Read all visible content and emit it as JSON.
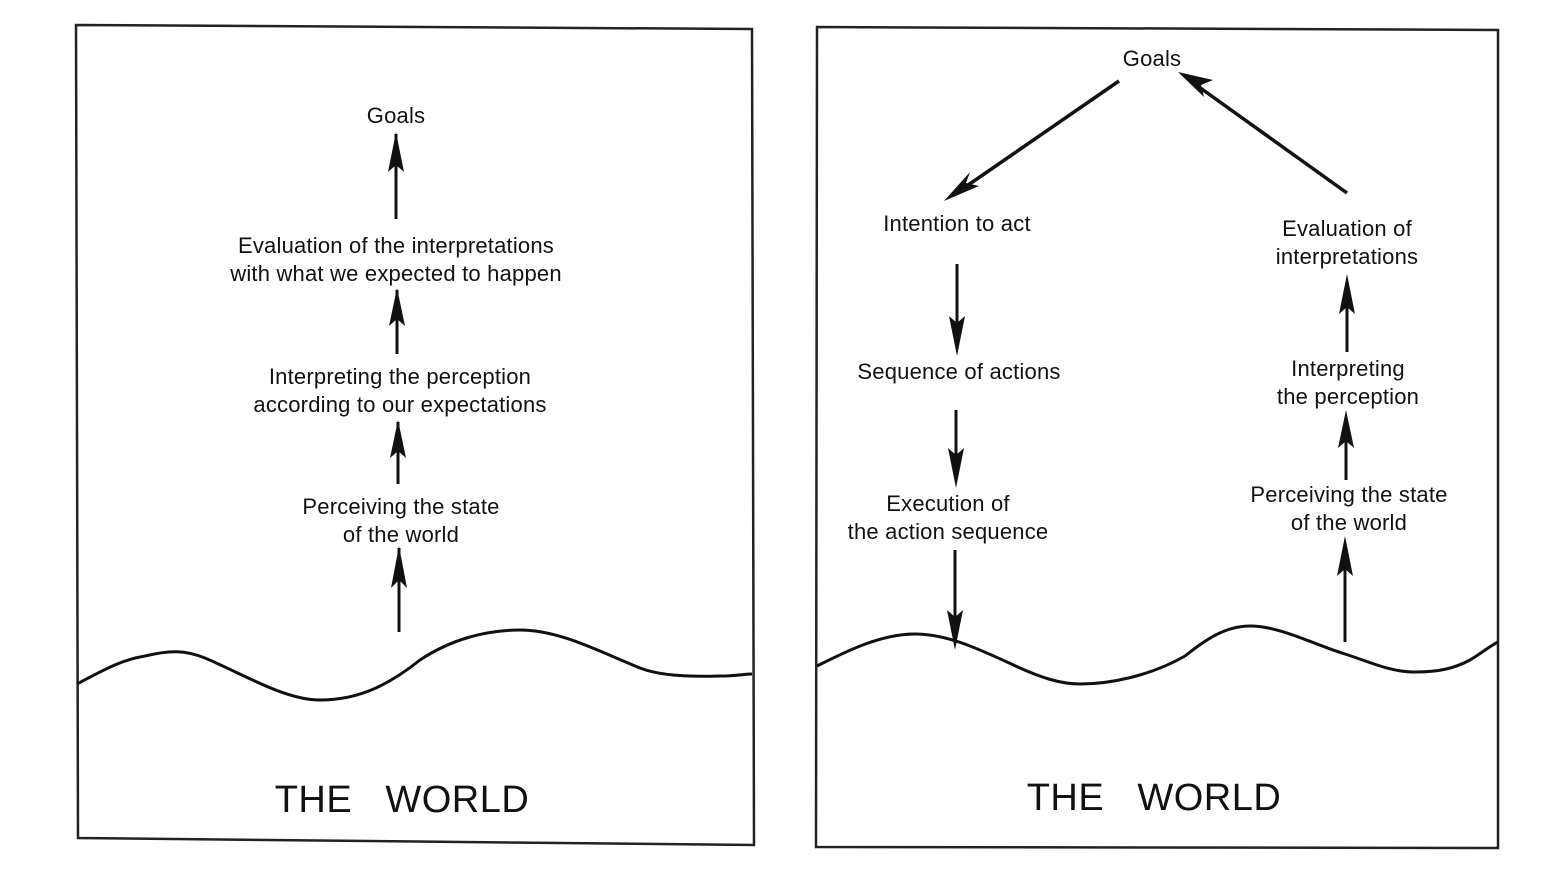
{
  "left_panel": {
    "goals": "Goals",
    "evaluation": [
      "Evaluation of the interpretations",
      "with what we expected to happen"
    ],
    "interpreting": [
      "Interpreting the perception",
      "according to our expectations"
    ],
    "perceiving": [
      "Perceiving the state",
      "of the world"
    ],
    "world": "THE   WORLD"
  },
  "right_panel": {
    "goals": "Goals",
    "intention": "Intention to act",
    "sequence": "Sequence of actions",
    "execution": [
      "Execution of",
      "the action sequence"
    ],
    "evaluation": [
      "Evaluation of",
      "interpretations"
    ],
    "interpreting": [
      "Interpreting",
      "the perception"
    ],
    "perceiving": [
      "Perceiving the state",
      "of the world"
    ],
    "world": "THE   WORLD"
  }
}
